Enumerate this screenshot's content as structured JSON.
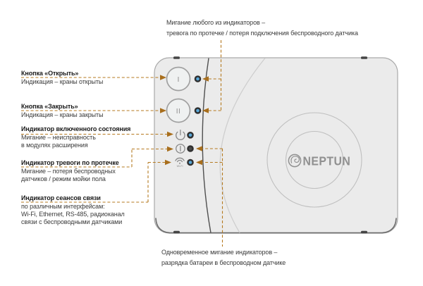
{
  "device": {
    "logo_text": "NEPTUN",
    "open_button_label": "I",
    "close_button_label": "II",
    "wifi_icon_label": "Wi-Fi"
  },
  "callouts": {
    "top": {
      "lines": [
        "Мигание любого из индикаторов –",
        "тревога по протечке / потеря подключения беспроводного датчика"
      ]
    },
    "bottom": {
      "lines": [
        "Одновременное мигание индикаторов –",
        "разрядка батареи в беспроводном датчике"
      ]
    },
    "left": [
      {
        "title": "Кнопка «Открыть»",
        "lines": [
          "Индикация – краны открыты"
        ]
      },
      {
        "title": "Кнопка «Закрыть»",
        "lines": [
          "Индикация – краны закрыты"
        ]
      },
      {
        "title": "Индикатор включенного состояния",
        "lines": [
          "Мигание – неисправность",
          "в модулях расширения"
        ]
      },
      {
        "title": "Индикатор тревоги по протечке",
        "lines": [
          "Мигание – потеря беспроводных",
          "датчиков / режим мойки пола"
        ]
      },
      {
        "title": "Индикатор сеансов связи",
        "lines": [
          "по различным интерфейсам:",
          "Wi-Fi, Ethernet, RS-485, радиоканал",
          "связи с беспроводными датчиками"
        ]
      }
    ]
  },
  "colors": {
    "leader_line": "#b5791f",
    "device_body": "#ebebeb",
    "led_blue": "#58a7d8",
    "led_dark": "#4a4a4a",
    "icon_gray": "#8a8a8a",
    "logo_gray": "#909090",
    "text_dark": "#3a3a3a"
  }
}
